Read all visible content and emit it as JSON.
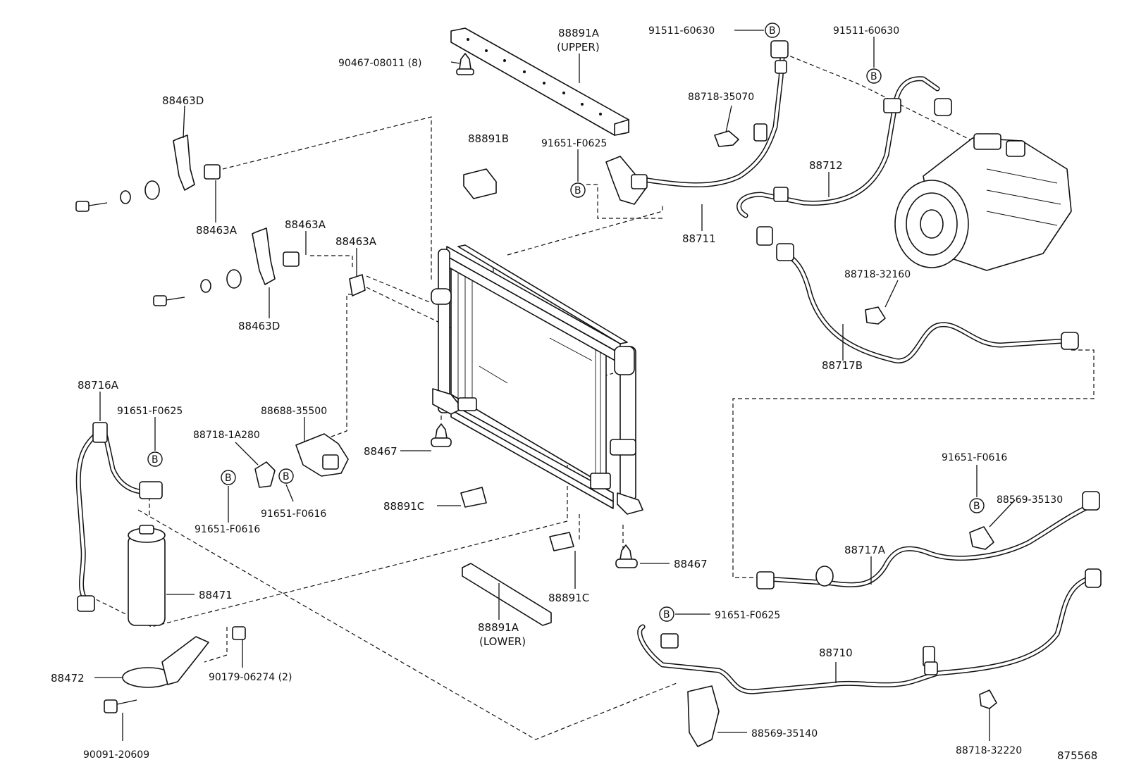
{
  "marker_letter": "B",
  "drawing_number": "875568",
  "labels": {
    "p88891a_upper": "88891A",
    "upper": "(UPPER)",
    "p90467": "90467-08011 (8)",
    "p91511_left": "91511-60630",
    "p91511_right": "91511-60630",
    "p88718_35070": "88718-35070",
    "p88463d_top": "88463D",
    "p88891b": "88891B",
    "p91651_f0625_top": "91651-F0625",
    "p88712": "88712",
    "p88711": "88711",
    "p88463a_a": "88463A",
    "p88463a_b": "88463A",
    "p88463a_c": "88463A",
    "p88463d_bottom": "88463D",
    "p88718_32160": "88718-32160",
    "p88717b": "88717B",
    "p88716a": "88716A",
    "p91651_f0625_left": "91651-F0625",
    "p88688_35500": "88688-35500",
    "p88718_1a280": "88718-1A280",
    "p88467_a": "88467",
    "p88467_b": "88467",
    "p91651_f0616_a": "91651-F0616",
    "p91651_f0616_b": "91651-F0616",
    "p91651_f0616_c": "91651-F0616",
    "p88891c_a": "88891C",
    "p88891c_b": "88891C",
    "p88569_35130": "88569-35130",
    "p88717a": "88717A",
    "p88471": "88471",
    "p88891a_lower": "88891A",
    "lower": "(LOWER)",
    "p91651_f0625_bottom": "91651-F0625",
    "p88710": "88710",
    "p88472": "88472",
    "p90179": "90179-06274 (2)",
    "p88569_35140": "88569-35140",
    "p90091": "90091-20609",
    "p88718_32220": "88718-32220"
  }
}
